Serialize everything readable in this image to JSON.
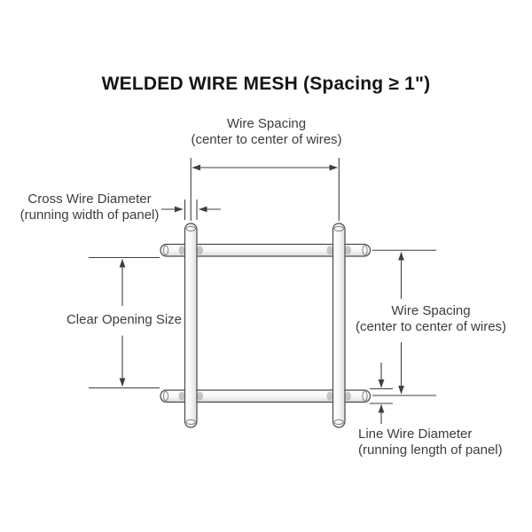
{
  "title": "WELDED WIRE MESH (Spacing ≥ 1\")",
  "diagram": {
    "top_wire_spacing": {
      "label": "Wire Spacing",
      "sublabel": "(center to center of wires)"
    },
    "cross_wire_diameter": {
      "label": "Cross Wire Diameter",
      "sublabel": "(running width of panel)"
    },
    "clear_opening": {
      "label": "Clear Opening Size"
    },
    "right_wire_spacing": {
      "label": "Wire Spacing",
      "sublabel": "(center to center of wires)"
    },
    "line_wire_diameter": {
      "label": "Line Wire Diameter",
      "sublabel": "(running length of panel)"
    }
  },
  "colors": {
    "background": "#ffffff",
    "dimension_line": "#3f3f3f",
    "label_text": "#3d3d3d",
    "title_text": "#151515",
    "wire_outline": "#4a4a4a",
    "wire_fill_light": "#ffffff",
    "wire_fill_shade": "#dcdcdc"
  }
}
